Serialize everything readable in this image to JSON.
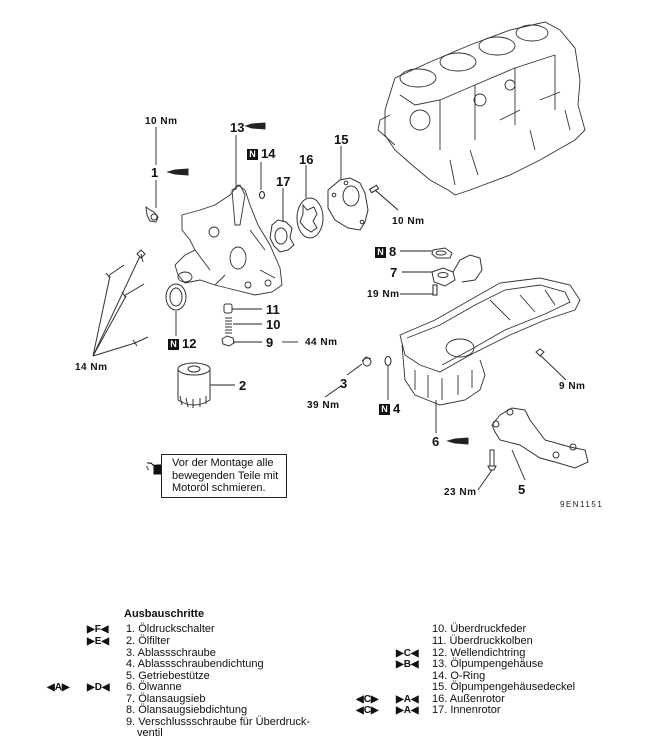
{
  "diagram": {
    "callouts": [
      {
        "id": "1",
        "text": "1"
      },
      {
        "id": "2",
        "text": "2"
      },
      {
        "id": "3",
        "text": "3"
      },
      {
        "id": "4",
        "text": "4",
        "new_part": true
      },
      {
        "id": "5",
        "text": "5"
      },
      {
        "id": "6",
        "text": "6"
      },
      {
        "id": "7",
        "text": "7"
      },
      {
        "id": "8",
        "text": "8",
        "new_part": true
      },
      {
        "id": "9",
        "text": "9"
      },
      {
        "id": "10",
        "text": "10"
      },
      {
        "id": "11",
        "text": "11"
      },
      {
        "id": "12",
        "text": "12",
        "new_part": true
      },
      {
        "id": "13",
        "text": "13"
      },
      {
        "id": "14",
        "text": "14",
        "new_part": true
      },
      {
        "id": "15",
        "text": "15"
      },
      {
        "id": "16",
        "text": "16"
      },
      {
        "id": "17",
        "text": "17"
      }
    ],
    "torques": {
      "t1": "10 Nm",
      "t15": "10 Nm",
      "t7": "19 Nm",
      "t9": "44 Nm",
      "t3": "39 Nm",
      "t14": "14 Nm",
      "t_pan": "9 Nm",
      "t5": "23 Nm"
    },
    "new_badge": "N",
    "figure_code": "9EN1151",
    "note": {
      "icon": "oil-can-icon",
      "lines": [
        "Vor der Montage alle",
        "bewegenden Teile mit",
        "Motoröl schmieren."
      ]
    }
  },
  "legend": {
    "title": "Ausbauschritte",
    "left": [
      {
        "num": "1.",
        "text": "Öldruckschalter",
        "marks": [
          "▶F◀"
        ]
      },
      {
        "num": "2.",
        "text": "Ölfilter",
        "marks": [
          "▶E◀"
        ]
      },
      {
        "num": "3.",
        "text": "Ablassschraube",
        "marks": []
      },
      {
        "num": "4.",
        "text": "Ablassschraubendichtung",
        "marks": []
      },
      {
        "num": "5.",
        "text": "Getriebestütze",
        "marks": []
      },
      {
        "num": "6.",
        "text": "Ölwanne",
        "marks": [
          "◀A▶",
          "▶D◀"
        ]
      },
      {
        "num": "7.",
        "text": "Ölansaugsieb",
        "marks": []
      },
      {
        "num": "8.",
        "text": "Ölansaugsiebdichtung",
        "marks": []
      },
      {
        "num": "9.",
        "text": "Verschlussschraube für Überdruck-",
        "marks": []
      },
      {
        "num": "",
        "text": "ventil",
        "marks": []
      }
    ],
    "right": [
      {
        "num": "10.",
        "text": "Überdruckfeder",
        "marks": []
      },
      {
        "num": "11.",
        "text": "Überdruckkolben",
        "marks": []
      },
      {
        "num": "12.",
        "text": "Wellendichtring",
        "marks": [
          "▶C◀"
        ]
      },
      {
        "num": "13.",
        "text": "Ölpumpengehäuse",
        "marks": [
          "▶B◀"
        ]
      },
      {
        "num": "14.",
        "text": "O-Ring",
        "marks": []
      },
      {
        "num": "15.",
        "text": "Ölpumpengehäusedeckel",
        "marks": []
      },
      {
        "num": "16.",
        "text": "Außenrotor",
        "marks": [
          "◀C▶",
          "▶A◀"
        ]
      },
      {
        "num": "17.",
        "text": "Innenrotor",
        "marks": [
          "◀C▶",
          "▶A◀"
        ]
      }
    ]
  }
}
